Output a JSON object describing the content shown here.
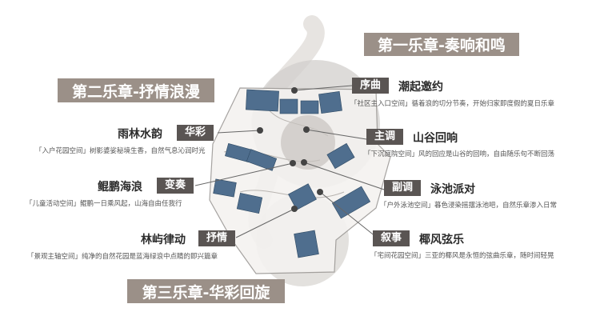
{
  "chapters": {
    "first": "第一乐章-奏响和鸣",
    "second": "第二乐章-抒情浪漫",
    "third": "第三乐章-华彩回旋"
  },
  "items": {
    "xuqu": {
      "tag": "序曲",
      "title": "潮起邀约",
      "desc": "「社区主入口空间」循着浪的切分节奏，开始归家即度假的夏日乐章"
    },
    "zhudiao": {
      "tag": "主调",
      "title": "山谷回响",
      "desc": "「下沉庭院空间」风的回应是山谷的回响，自由随乐句不断回荡"
    },
    "fudiao": {
      "tag": "副调",
      "title": "泳池派对",
      "desc": "「户外泳池空间」暮色浸染摇摆泳池吧，自然乐章渗入日常"
    },
    "xushi": {
      "tag": "叙事",
      "title": "椰风弦乐",
      "desc": "「宅间花园空间」三亚的椰风是永恒的弦曲乐章，随时间轻晃"
    },
    "huacai": {
      "tag": "华彩",
      "title": "雨林水韵",
      "desc": "「入户花园空间」树影婆娑秘境生香，自然气息沁润时光"
    },
    "bianzou": {
      "tag": "变奏",
      "title": "鲲鹏海浪",
      "desc": "「儿童活动空间」鲲鹏一日乘风起，山海自由任我行"
    },
    "shuqing": {
      "tag": "抒情",
      "title": "林屿律动",
      "desc": "「景观主轴空间」纯净的自然花园是蓝海绿浪中点睛的即兴篇章"
    }
  },
  "colors": {
    "chapter_bg": "#9b9088",
    "tag_bg": "#5a5553",
    "building": "#4f6e8e",
    "site_circle": "#c9c6c3"
  }
}
